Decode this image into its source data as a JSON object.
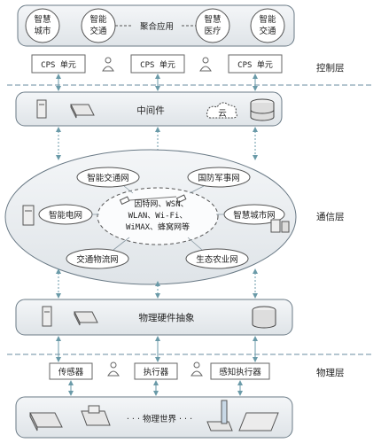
{
  "top_apps": {
    "smart_city": [
      "智慧",
      "城市"
    ],
    "smart_traffic_1": [
      "智能",
      "交通"
    ],
    "aggregate": "聚合应用",
    "smart_medical": [
      "智慧",
      "医疗"
    ],
    "smart_traffic_2": [
      "智能",
      "交通"
    ]
  },
  "cps_units": [
    "CPS 单元",
    "CPS 单元",
    "CPS 单元"
  ],
  "layers": {
    "control": "控制层",
    "communication": "通信层",
    "physical": "物理层"
  },
  "middleware": {
    "title": "中间件",
    "cloud": "云"
  },
  "networks": {
    "smart_traffic_net": "智能交通网",
    "defense_net": "国防军事网",
    "smart_grid": "智能电网",
    "smart_city_net": "智慧城市网",
    "logistics_net": "交通物流网",
    "eco_agri_net": "生态农业网",
    "core": [
      "因特网、WSN、",
      "WLAN、Wi-Fi、",
      "WiMAX、蜂窝网等"
    ]
  },
  "hardware": {
    "title": "物理硬件抽象"
  },
  "devices": {
    "sensor": "传感器",
    "actuator": "执行器",
    "sense_act": "感知执行器"
  },
  "physical_world": "· · · 物理世界 · · ·"
}
